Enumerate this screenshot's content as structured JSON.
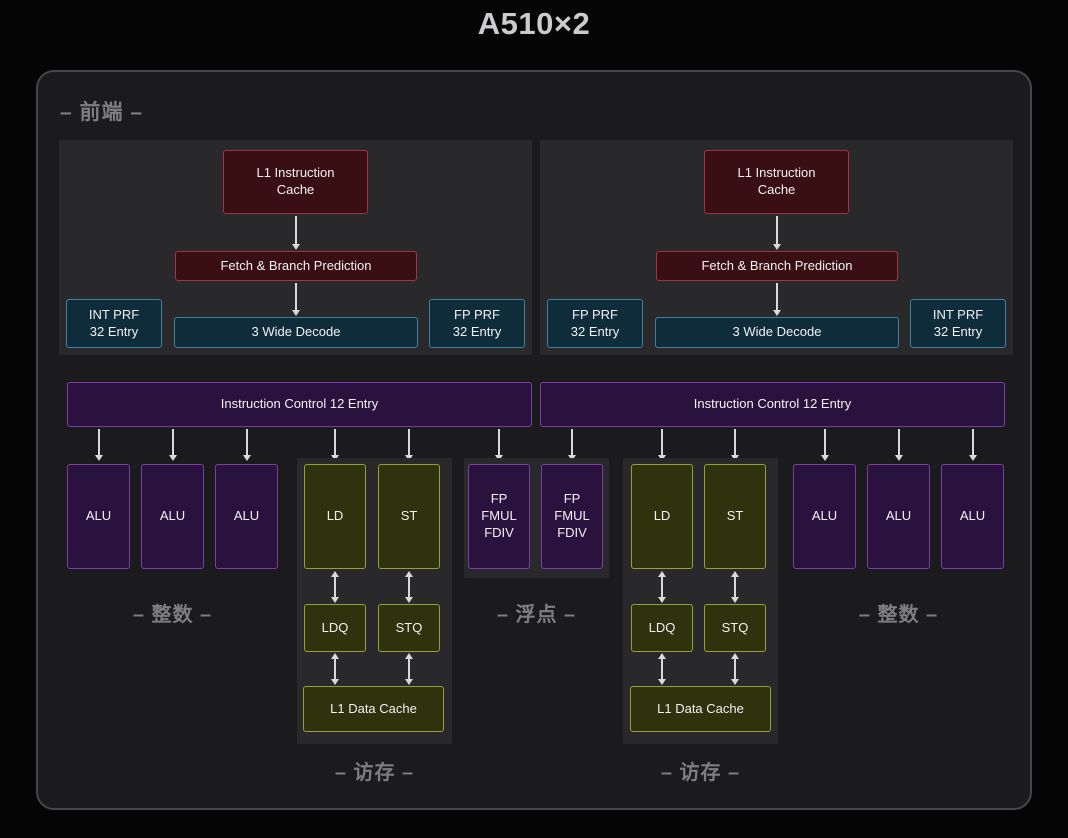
{
  "title": "A510×2",
  "section_labels": {
    "frontend": "– 前端 –",
    "integer": "– 整数 –",
    "float": "– 浮点 –",
    "memory": "– 访存 –"
  },
  "blocks": {
    "l1_icache_line1": "L1 Instruction",
    "l1_icache_line2": "Cache",
    "fetch": "Fetch & Branch Prediction",
    "decode": "3 Wide Decode",
    "int_prf_line1": "INT PRF",
    "int_prf_line2": "32 Entry",
    "fp_prf_line1": "FP PRF",
    "fp_prf_line2": "32 Entry",
    "instruction_control": "Instruction Control 12 Entry",
    "alu": "ALU",
    "ld": "LD",
    "st": "ST",
    "ldq": "LDQ",
    "stq": "STQ",
    "l1_dcache": "L1 Data Cache",
    "fp_line1": "FP",
    "fp_line2": "FMUL",
    "fp_line3": "FDIV"
  },
  "colors": {
    "cache_fill": "#3a0f13",
    "cache_border": "#9e3540",
    "decode_fill": "#0f2c3a",
    "decode_border": "#3d7f9e",
    "purple_fill": "#2a123e",
    "purple_border": "#7c3da3",
    "olive_fill": "#2e320d",
    "olive_border": "#95a036"
  }
}
